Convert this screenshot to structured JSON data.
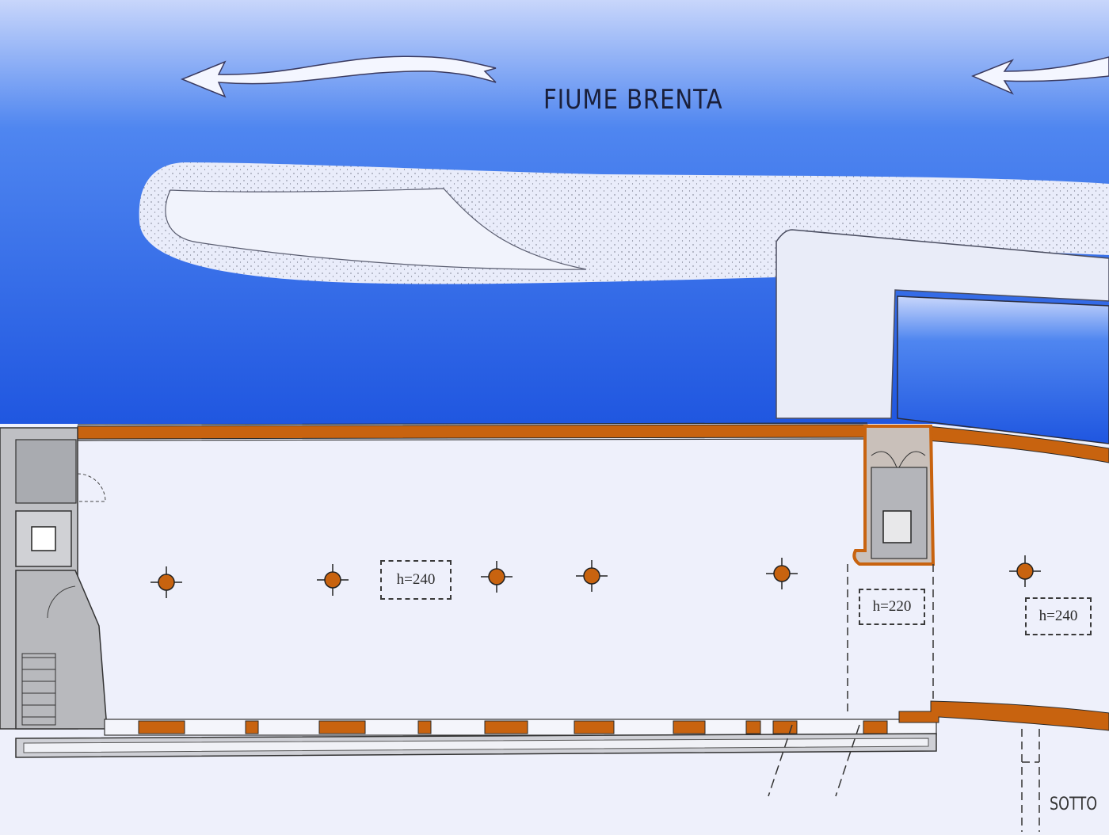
{
  "river": {
    "name": "FIUME BRENTA",
    "colors": {
      "water_light": "#c8d6fb",
      "water_mid": "#4f86f0",
      "water_deep": "#1f56e0"
    }
  },
  "flow_direction": "right-to-left",
  "walls_color": "#c8630f",
  "columns_color": "#c8630f",
  "height_labels": [
    {
      "id": "hall-left",
      "text": "h=240"
    },
    {
      "id": "passage",
      "text": "h=220"
    },
    {
      "id": "hall-right",
      "text": "h=240"
    }
  ],
  "cut_label": "SOTTO"
}
